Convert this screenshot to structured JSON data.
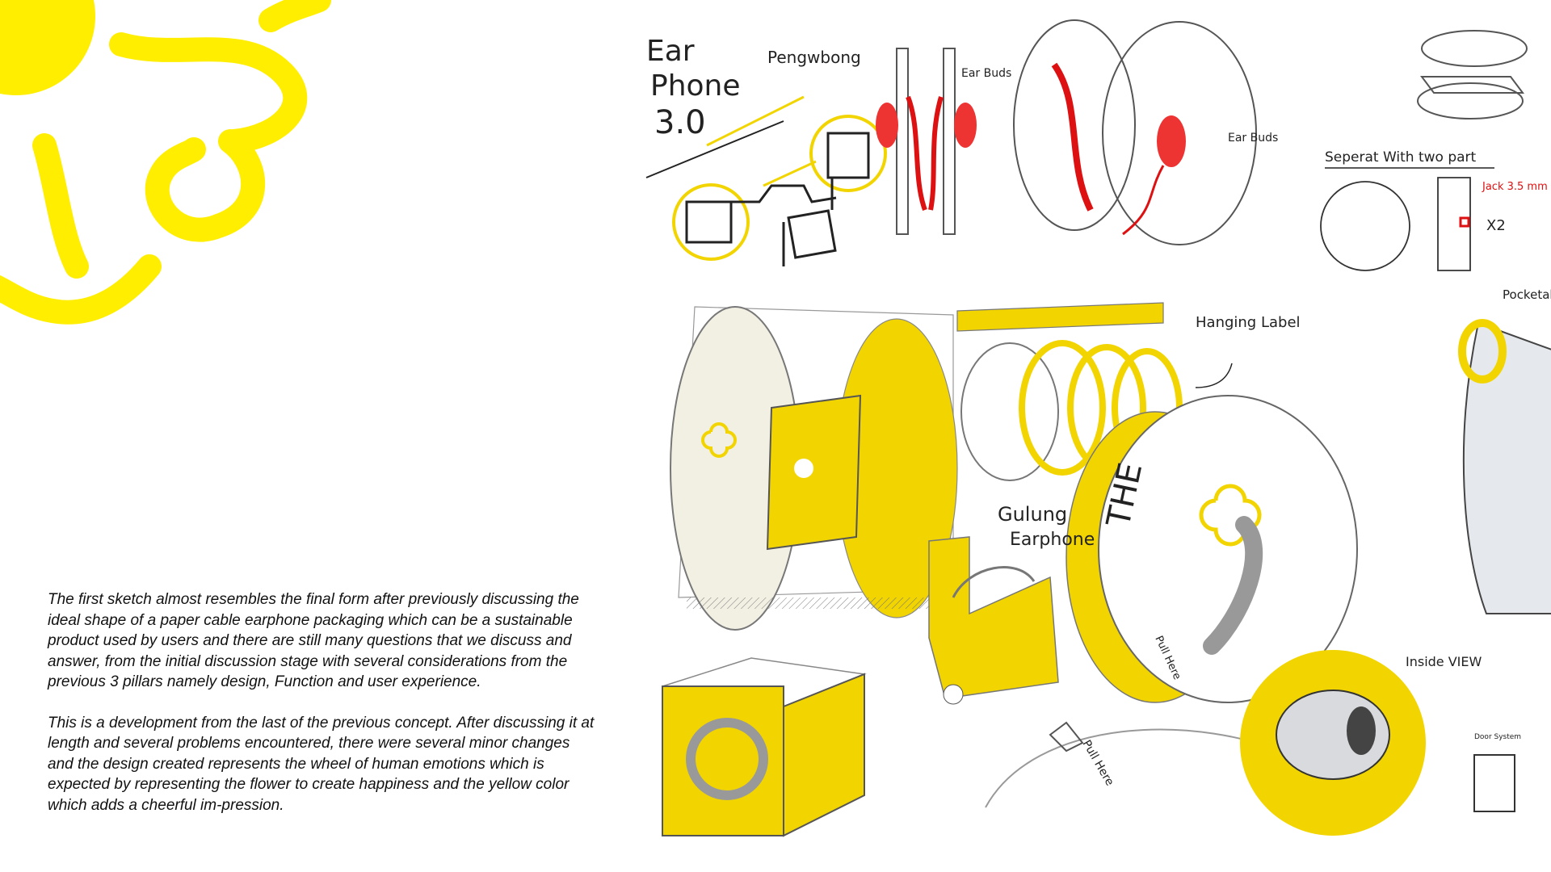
{
  "description": {
    "paragraph_1": "The first sketch almost resembles the final form after previously discussing the ideal shape of a paper cable earphone packaging which can be a sustainable product used by users and there are still many questions that we discuss and answer, from the initial discussion stage with several considerations from the previous 3 pillars namely design, Function and user experience.",
    "paragraph_2": "This is a development from the last of the previous concept. After discussing it at length and several problems encountered, there were several minor changes and the design created represents the wheel of human emotions which is expected by representing the flower to create happiness and the yellow color which adds a cheerful im-pression."
  },
  "sketch_labels": {
    "title_line_1": "Ear",
    "title_line_2": "Phone",
    "title_line_3": "3.0",
    "pengwbong": "Pengwbong",
    "ear_buds_1": "Ear Buds",
    "ear_buds_2": "Ear Buds",
    "seperat": "Seperat With two part",
    "jack": "Jack 3.5 mm",
    "times_two": "X2",
    "pocketable": "Pocketable",
    "hanging_label": "Hanging Label",
    "gulung": "Gulung",
    "earphone": "Earphone",
    "the_text": "THE",
    "pull_here_1": "Pull Here",
    "pull_here_2": "Pull Here",
    "inside_view": "Inside VIEW",
    "door_system": "Door System"
  },
  "colors": {
    "accent_yellow": "#f2d500",
    "sun_yellow": "#ffee00",
    "pencil_grey": "#555555",
    "earbud_red": "#dd1111"
  }
}
